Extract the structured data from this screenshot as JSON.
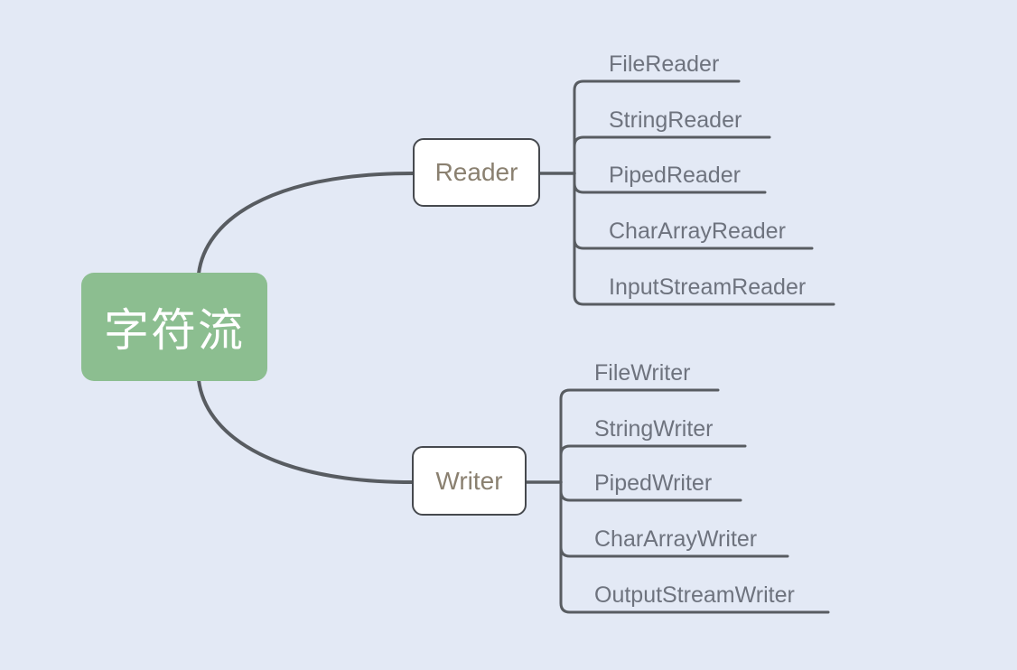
{
  "tree": {
    "root": {
      "label": "字符流"
    },
    "branches": [
      {
        "label": "Reader",
        "children": [
          {
            "label": "FileReader"
          },
          {
            "label": "StringReader"
          },
          {
            "label": "PipedReader"
          },
          {
            "label": "CharArrayReader"
          },
          {
            "label": "InputStreamReader"
          }
        ]
      },
      {
        "label": "Writer",
        "children": [
          {
            "label": "FileWriter"
          },
          {
            "label": "StringWriter"
          },
          {
            "label": "PipedWriter"
          },
          {
            "label": "CharArrayWriter"
          },
          {
            "label": "OutputStreamWriter"
          }
        ]
      }
    ]
  },
  "colors": {
    "background": "#e3e9f5",
    "edge_line": "#585c61",
    "root_fill": "#8cbe90",
    "root_text": "#ffffff",
    "node_fill": "#ffffff",
    "node_border": "#46494e",
    "node_text": "#8a8070",
    "leaf_text": "#6e737e"
  }
}
